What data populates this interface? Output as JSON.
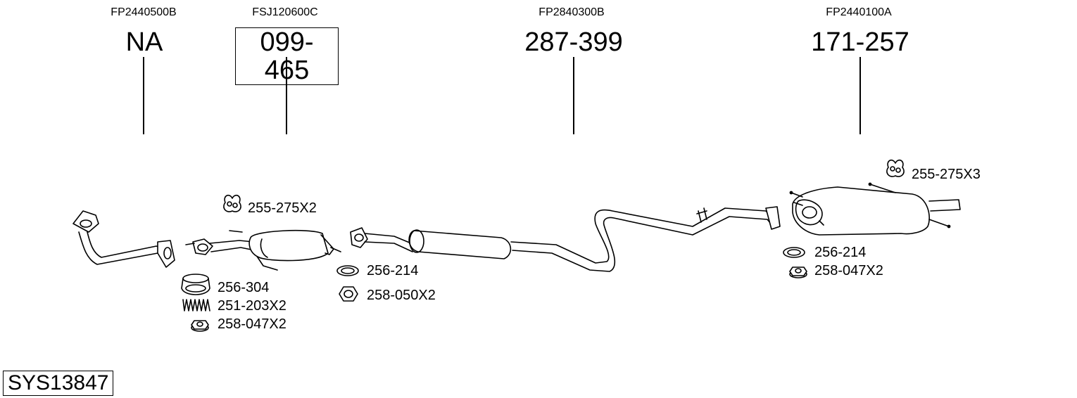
{
  "sections": [
    {
      "oem": "FP2440500B",
      "part": "NA"
    },
    {
      "oem": "FSJ120600C",
      "part": "099-465"
    },
    {
      "oem": "FP2840300B",
      "part": "287-399"
    },
    {
      "oem": "FP2440100A",
      "part": "171-257"
    }
  ],
  "accessories": [
    "255-275X2",
    "256-304",
    "251-203X2",
    "258-047X2",
    "256-214",
    "258-050X2",
    "255-275X3",
    "256-214",
    "258-047X2"
  ],
  "system_code": "SYS13847"
}
